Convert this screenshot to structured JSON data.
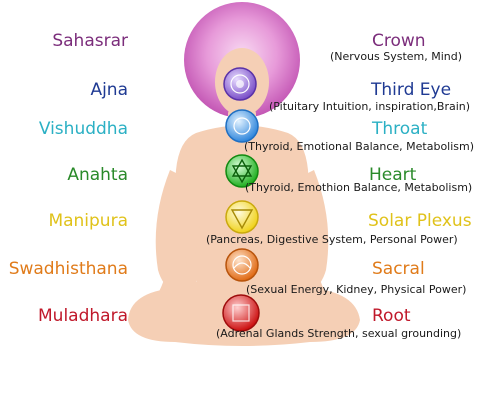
{
  "chakras": [
    {
      "sanskrit": "Sahasrar",
      "english": "Crown",
      "detail": "(Nervous System, Mind)",
      "color": "#7b2d7b",
      "orb": "#a566c4"
    },
    {
      "sanskrit": "Ajna",
      "english": "Third Eye",
      "detail": "(Pituitary Intuition, inspiration,Brain)",
      "color": "#1f3a93",
      "orb": "#6a4bc0"
    },
    {
      "sanskrit": "Vishuddha",
      "english": "Throat",
      "detail": "(Thyroid, Emotional Balance, Metabolism)",
      "color": "#2bb0c4",
      "orb": "#4a9be6"
    },
    {
      "sanskrit": "Anahta",
      "english": "Heart",
      "detail": "(Thyroid, Emothion Balance, Metabolism)",
      "color": "#2a8a2a",
      "orb": "#3ccf3c"
    },
    {
      "sanskrit": "Manipura",
      "english": "Solar Plexus",
      "detail": "(Pancreas, Digestive System, Personal Power)",
      "color": "#e0c21a",
      "orb": "#f4e04a"
    },
    {
      "sanskrit": "Swadhisthana",
      "english": "Sacral",
      "detail": "(Sexual Energy, Kidney, Physical Power)",
      "color": "#e07b1a",
      "orb": "#ef8a3a"
    },
    {
      "sanskrit": "Muladhara",
      "english": "Root",
      "detail": "(Adrenal Glands Strength, sexual grounding)",
      "color": "#c0182a",
      "orb": "#e02a2a"
    }
  ]
}
